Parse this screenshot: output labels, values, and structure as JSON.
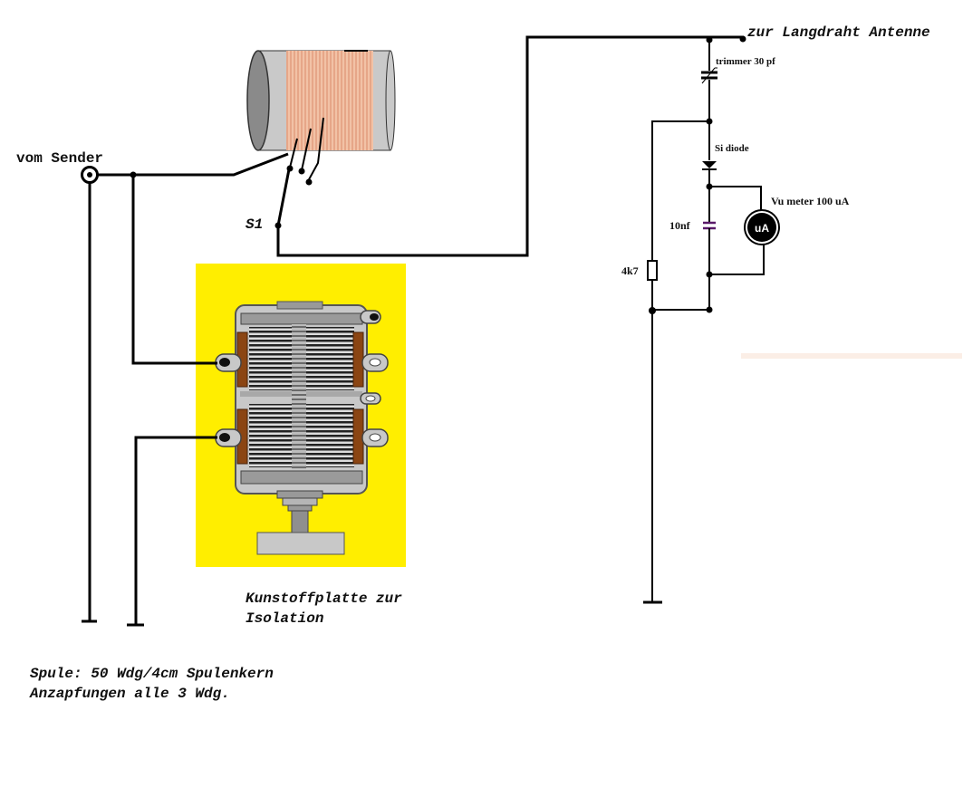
{
  "labels": {
    "input": "vom Sender",
    "antenna": "zur Langdraht Antenne",
    "switch": "S1",
    "trimmer": "trimmer 30 pf",
    "diode": "Si diode",
    "meter": "Vu meter 100 uA",
    "meter_symbol": "uA",
    "capacitor": "10nf",
    "resistor": "4k7",
    "plate_line1": "Kunstoffplatte zur",
    "plate_line2": "Isolation",
    "note_line1": "Spule: 50 Wdg/4cm Spulenkern",
    "note_line2": "Anzapfungen alle 3 Wdg."
  },
  "colors": {
    "wire": "#000000",
    "plate": "#ffee00",
    "coil_winding": "#f0b898",
    "coil_core": "#c8c8c8",
    "coil_end": "#8a8a8a",
    "capacitor_body": "#c0c0c0",
    "capacitor_stator": "#8b4513",
    "cap_10nf": "#5a1a6a"
  }
}
